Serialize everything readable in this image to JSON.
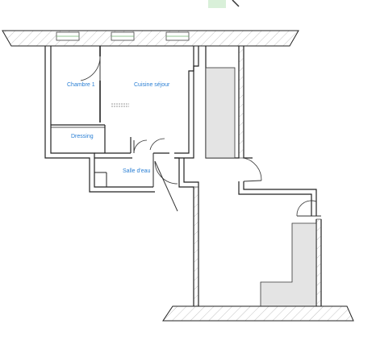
{
  "plan": {
    "rooms": [
      {
        "id": "chambre",
        "label": "Chambre 1"
      },
      {
        "id": "cuisine",
        "label": "Cuisine séjour"
      },
      {
        "id": "dressing",
        "label": "Dressing"
      },
      {
        "id": "salle",
        "label": "Salle d'eau"
      }
    ],
    "label_color": "#2a7fd4",
    "shaded_color": "#e4e4e4",
    "window_color": "#6bb36b"
  }
}
